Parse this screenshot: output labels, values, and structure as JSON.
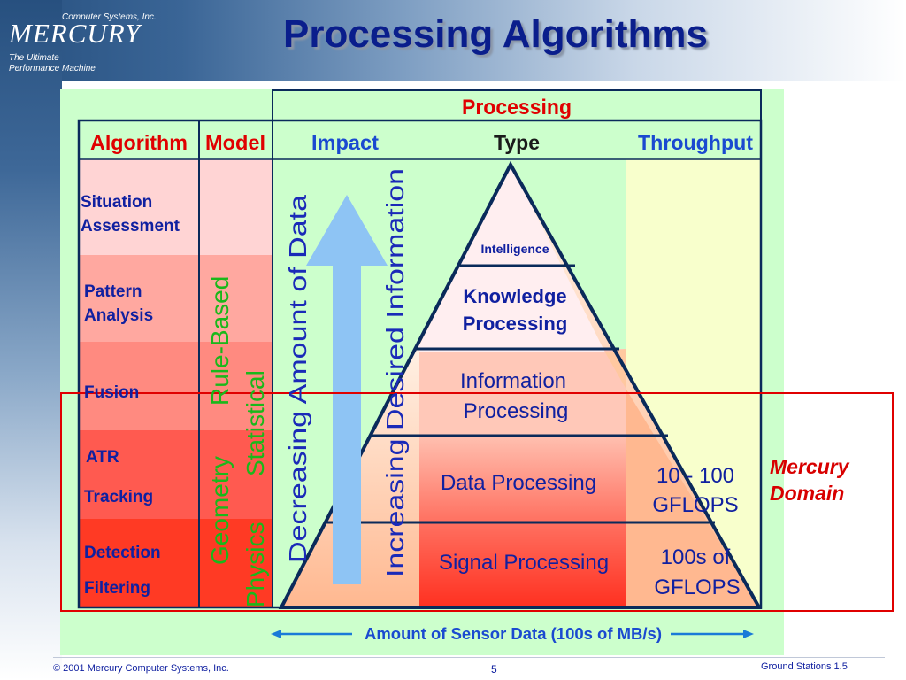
{
  "branding": {
    "company_line": "Computer Systems, Inc.",
    "logo_name": "MERCURY",
    "tagline_1": "The Ultimate",
    "tagline_2": "Performance Machine"
  },
  "title": "Processing Algorithms",
  "headers": {
    "processing": "Processing",
    "algorithm": "Algorithm",
    "model": "Model",
    "impact": "Impact",
    "type": "Type",
    "throughput": "Throughput"
  },
  "algorithms": [
    {
      "line1": "Situation",
      "line2": "Assessment"
    },
    {
      "line1": "Pattern",
      "line2": "Analysis"
    },
    {
      "line1": "Fusion"
    },
    {
      "line1": "ATR"
    },
    {
      "line1": "Tracking"
    },
    {
      "line1": "Detection"
    },
    {
      "line1": "Filtering"
    }
  ],
  "models": {
    "rule_based": "Rule-Based",
    "statistical": "Statistical",
    "geometry": "Geometry",
    "physics": "Physics"
  },
  "impact": {
    "decreasing": "Decreasing Amount of Data",
    "increasing": "Increasing Desired Information"
  },
  "pyramid": {
    "intelligence": "Intelligence",
    "knowledge_1": "Knowledge",
    "knowledge_2": "Processing",
    "information_1": "Information",
    "information_2": "Processing",
    "data": "Data Processing",
    "signal": "Signal Processing"
  },
  "throughput": {
    "row1_line1": "10 - 100",
    "row1_line2": "GFLOPS",
    "row2_line1": "100s of",
    "row2_line2": "GFLOPS"
  },
  "mercury_domain": {
    "line1": "Mercury",
    "line2": "Domain"
  },
  "sensor_axis": "Amount of Sensor Data (100s of MB/s)",
  "footer": {
    "copyright": "© 2001 Mercury Computer Systems, Inc.",
    "page": "5",
    "section": "Ground Stations 1.5"
  },
  "colors": {
    "title": "#0a1e8c",
    "header_red": "#e00000",
    "header_blue": "#1a4ad0",
    "model_green": "#1ab81a",
    "domain_red": "#d80000",
    "arrow_blue": "#8ec4f4"
  }
}
